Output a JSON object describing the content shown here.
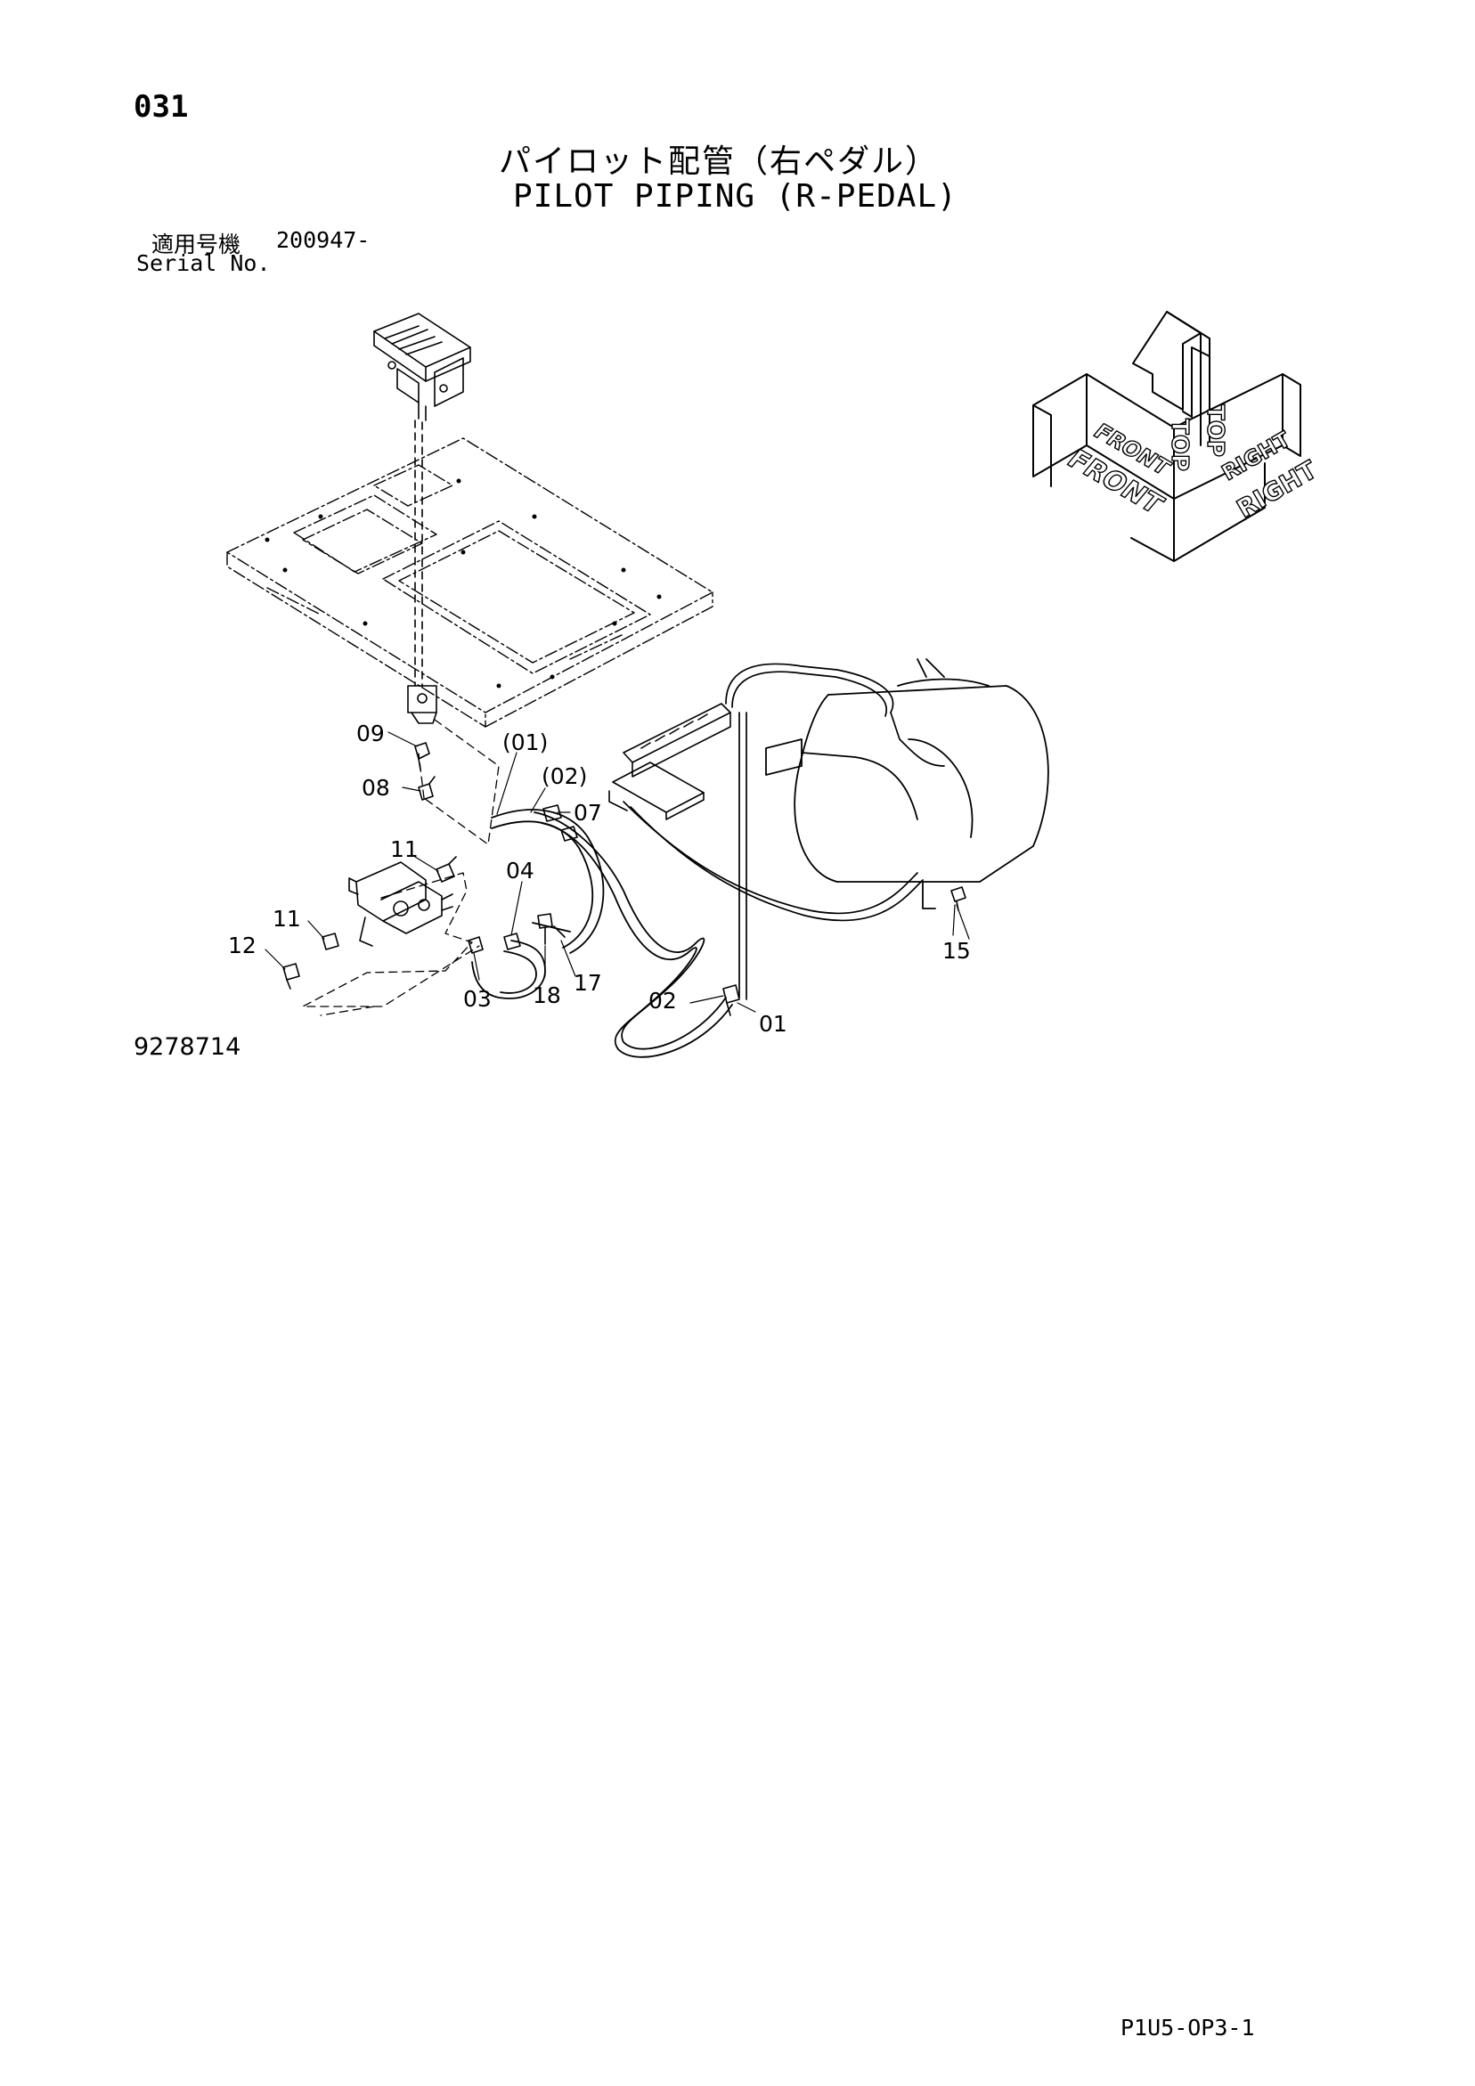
{
  "header": {
    "page_number": "031",
    "title_ja": "パイロット配管（右ペダル）",
    "title_en": "PILOT PIPING (R-PEDAL)",
    "serial_label_ja": "適用号機",
    "serial_value": "200947-",
    "serial_label_en": "Serial No."
  },
  "callouts": {
    "c09": "09",
    "c01p": "(01)",
    "c02p": "(02)",
    "c08": "08",
    "c07": "07",
    "c11a": "11",
    "c04": "04",
    "c11b": "11",
    "c12": "12",
    "c03": "03",
    "c18": "18",
    "c17": "17",
    "c02": "02",
    "c01": "01",
    "c15": "15"
  },
  "orientation_marker": {
    "front_label": "FRONT",
    "top_label": "TOP",
    "right_label": "RIGHT"
  },
  "footer": {
    "drawing_number": "9278714",
    "page_code": "P1U5-OP3-1"
  }
}
